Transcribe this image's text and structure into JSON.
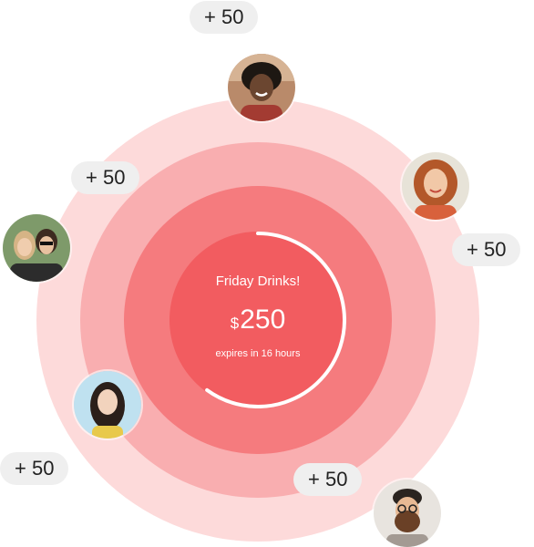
{
  "event": {
    "title": "Friday Drinks!",
    "currency_symbol": "$",
    "amount": "250",
    "expiry": "expires in 16 hours",
    "progress_fraction": 0.6
  },
  "contributions": [
    {
      "label": "+ 50"
    },
    {
      "label": "+ 50"
    },
    {
      "label": "+ 50"
    },
    {
      "label": "+ 50"
    },
    {
      "label": "+ 50"
    }
  ],
  "avatars": [
    {
      "name": "avatar-woman-curly-hair"
    },
    {
      "name": "avatar-woman-red-hair"
    },
    {
      "name": "avatar-two-friends"
    },
    {
      "name": "avatar-woman-long-hair"
    },
    {
      "name": "avatar-bearded-man-glasses"
    }
  ],
  "colors": {
    "ring_outer": "#fddada",
    "ring_2": "#f9aeb0",
    "ring_3": "#f57b7e",
    "ring_inner": "#f25c60",
    "pill_bg": "#efefef"
  }
}
